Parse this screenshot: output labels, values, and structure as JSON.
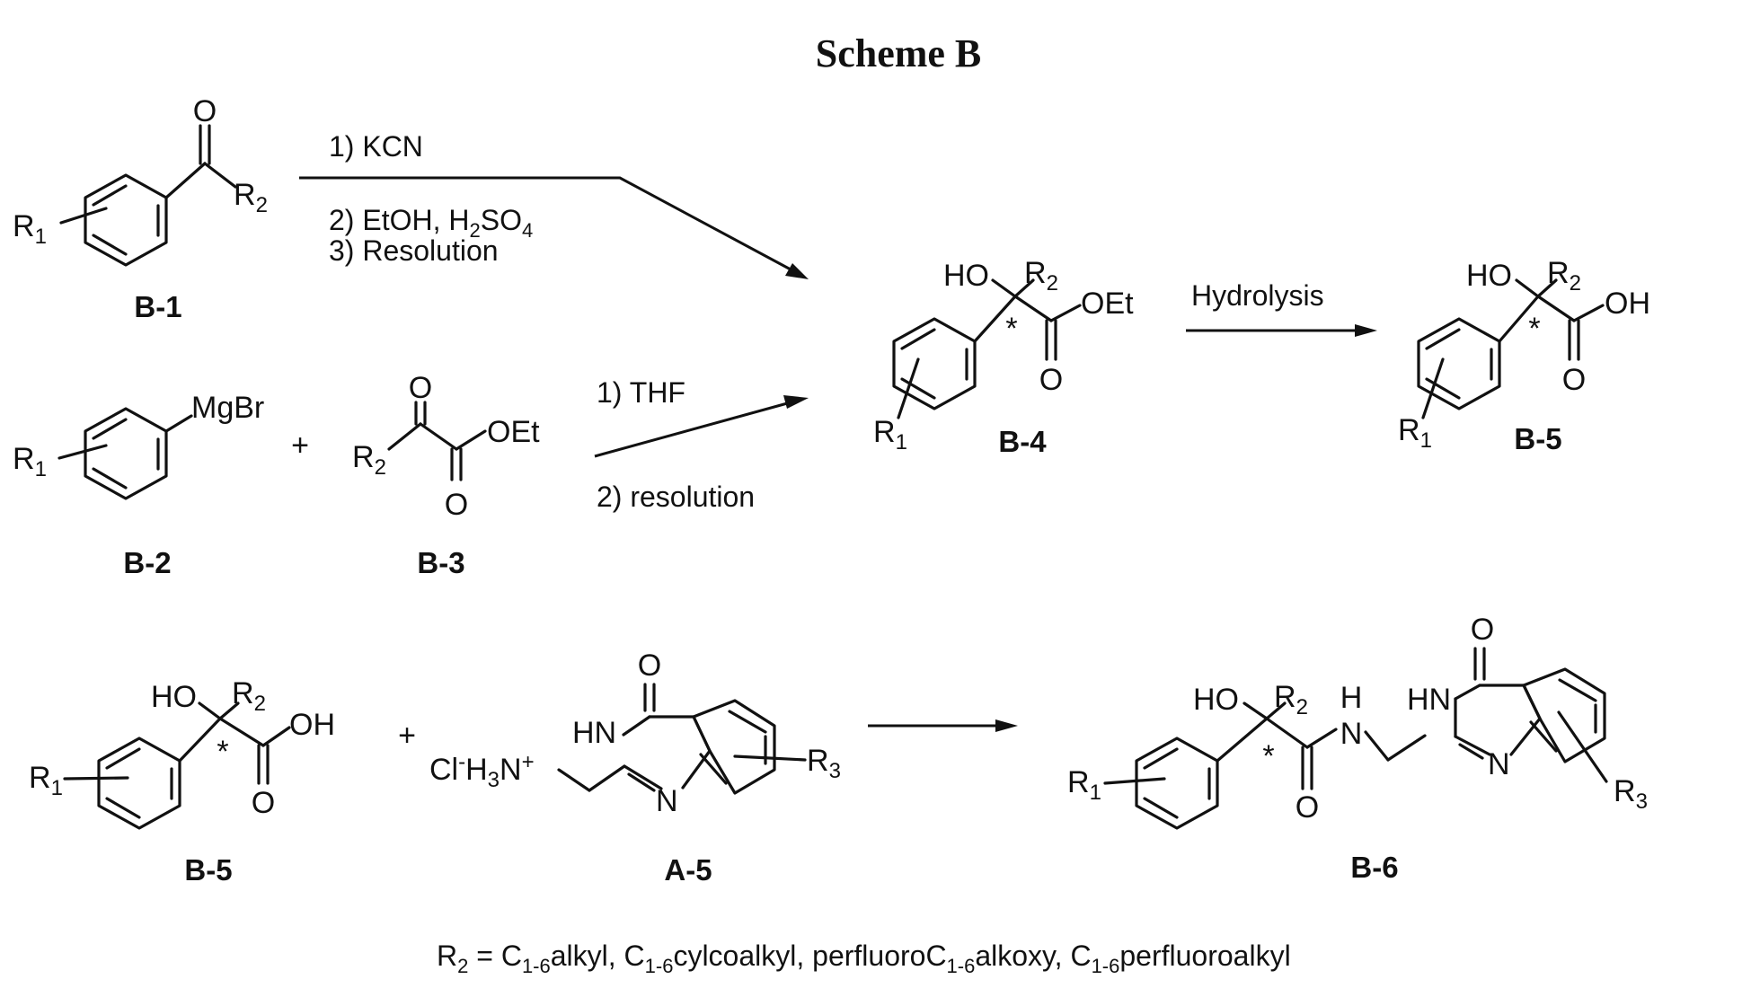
{
  "title": "Scheme B",
  "compounds": {
    "b1": "B-1",
    "b2": "B-2",
    "b3": "B-3",
    "b4": "B-4",
    "b5_top": "B-5",
    "b5_bottom": "B-5",
    "a5": "A-5",
    "b6": "B-6"
  },
  "atoms": {
    "O": "O",
    "R": "R",
    "sub1": "1",
    "sub2": "2",
    "sub3": "3",
    "mgbr": "MgBr",
    "oet": "OEt",
    "ho": "HO",
    "oh": "OH",
    "hn": "HN",
    "n": "N",
    "h": "H",
    "star": "*",
    "cl": "Cl",
    "minus": "-",
    "h3n": "H",
    "h3n_sub": "3",
    "n_plus": "N",
    "plus_charge": "+"
  },
  "plus_sign": "+",
  "conditions": {
    "step1": "1) KCN",
    "step2_prefix": "2) EtOH, H",
    "step2_sub2": "2",
    "step2_so": "SO",
    "step2_sub4": "4",
    "step3": "3) Resolution",
    "thf": "1) THF",
    "resolution": "2) resolution",
    "hydrolysis": "Hydrolysis"
  },
  "footnote": {
    "r": "R",
    "r_sub": "2",
    "eq": " = C",
    "sub_a": "1-6",
    "t1": "alkyl, C",
    "sub_b": "1-6",
    "t2": "cylcoalkyl, perfluoroC",
    "sub_c": "1-6",
    "t3": "alkoxy, C",
    "sub_d": "1-6",
    "t4": "perfluoroalkyl"
  }
}
